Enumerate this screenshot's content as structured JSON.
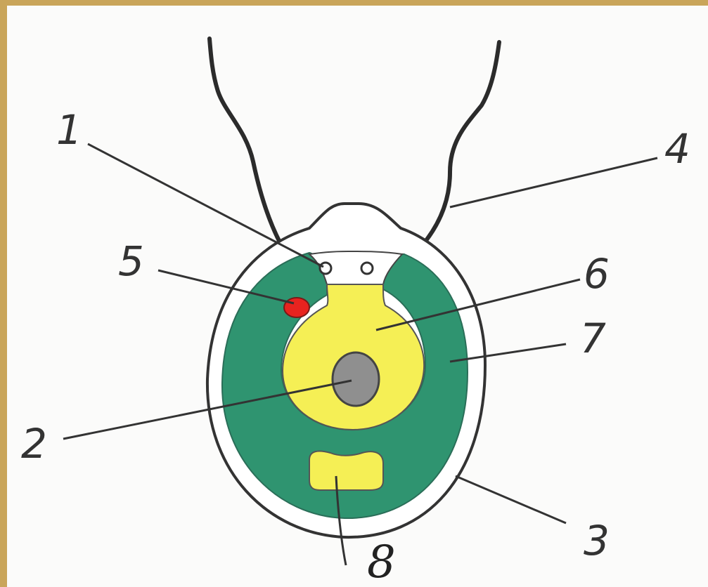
{
  "diagram": {
    "labels": [
      {
        "id": "1",
        "text": "1"
      },
      {
        "id": "2",
        "text": "2"
      },
      {
        "id": "3",
        "text": "3"
      },
      {
        "id": "4",
        "text": "4"
      },
      {
        "id": "5",
        "text": "5"
      },
      {
        "id": "6",
        "text": "6"
      },
      {
        "id": "7",
        "text": "7"
      },
      {
        "id": "8",
        "text": "8"
      }
    ],
    "colors": {
      "frame": "#c9a55a",
      "chloroplast": "#2f9470",
      "vacuole_region": "#f5ef55",
      "nucleus": "#8f8f8f",
      "eyespot": "#e8231f",
      "outline": "#333333"
    }
  }
}
